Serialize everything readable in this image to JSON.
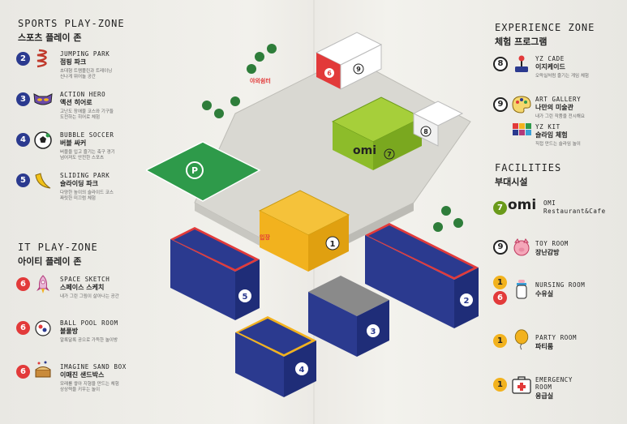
{
  "sports_zone": {
    "title": "SPORTS PLAY-ZONE",
    "subtitle": "스포츠 플레이 존",
    "items": [
      {
        "num": "2",
        "en": "JUMPING PARK",
        "ko": "점핑 파크",
        "desc1": "초대형 트램폴린과 트레이닝",
        "desc2": "신나게 뛰어놀 공간",
        "icon": "spring-icon"
      },
      {
        "num": "3",
        "en": "ACTION HERO",
        "ko": "액션 히어로",
        "desc1": "고난도 장애물 코스와 기구들",
        "desc2": "도전하는 히어로 체험",
        "icon": "hero-mask-icon"
      },
      {
        "num": "4",
        "en": "BUBBLE SOCCER",
        "ko": "버블 싸커",
        "desc1": "버블을 입고 즐기는 축구 경기",
        "desc2": "넘어져도 안전한 스포츠",
        "icon": "soccer-ball-icon"
      },
      {
        "num": "5",
        "en": "SLIDING PARK",
        "ko": "슬라이딩 파크",
        "desc1": "다양한 높이의 슬라이드 코스",
        "desc2": "짜릿한 미끄럼 체험",
        "icon": "banana-icon"
      }
    ]
  },
  "it_zone": {
    "title": "IT PLAY-ZONE",
    "subtitle": "아이티 플레이 존",
    "items": [
      {
        "num": "6",
        "en": "SPACE SKETCH",
        "ko": "스페이스 스케치",
        "desc1": "내가 그린 그림이 살아나는 공간",
        "icon": "rocket-icon"
      },
      {
        "num": "6",
        "en": "BALL POOL ROOM",
        "ko": "볼풀방",
        "desc1": "알록달록 공으로 가득한 놀이방",
        "icon": "ball-pool-icon"
      },
      {
        "num": "6",
        "en": "IMAGINE SAND BOX",
        "ko": "이매진 샌드박스",
        "desc1": "모래를 쌓아 지형을 만드는 체험",
        "desc2": "상상력을 키우는 놀이",
        "icon": "sand-box-icon"
      }
    ]
  },
  "experience_zone": {
    "title": "EXPERIENCE ZONE",
    "subtitle": "체험 프로그램",
    "items": [
      {
        "num": "8",
        "en": "YZ CADE",
        "ko": "이지케이드",
        "desc1": "오락실처럼 즐기는 게임 체험",
        "icon": "joystick-icon"
      },
      {
        "num": "9",
        "en": "ART GALLERY",
        "ko": "나만의 미술관",
        "desc1": "내가 그린 작품을 전시해요",
        "icon": "art-palette-icon"
      },
      {
        "num": "",
        "en": "YZ KIT",
        "ko": "슬라임 체험",
        "desc1": "직접 만드는 슬라임 놀이",
        "icon": "yzkit-icon"
      }
    ]
  },
  "facilities": {
    "title": "FACILITIES",
    "subtitle": "부대시설",
    "items": [
      {
        "num": "7",
        "en": "OMI",
        "en2": "Restaurant&Cafe",
        "ko": "",
        "icon": "omi-logo-icon"
      },
      {
        "num": "9",
        "en": "TOY ROOM",
        "ko": "장난감방",
        "icon": "pig-toy-icon"
      },
      {
        "num": "1",
        "num2": "6",
        "en": "NURSING ROOM",
        "ko": "수유실",
        "icon": "baby-bottle-icon"
      },
      {
        "num": "1",
        "en": "PARTY ROOM",
        "ko": "파티룸",
        "icon": "balloon-icon"
      },
      {
        "num": "1",
        "en": "EMERGENCY",
        "en2": "ROOM",
        "ko": "응급실",
        "icon": "first-aid-icon"
      }
    ]
  },
  "map": {
    "omi_label": "omi",
    "parking_label": "P",
    "entrance_label": "입장",
    "outdoor_label": "야외쉼터",
    "building_numbers": [
      "1",
      "2",
      "3",
      "4",
      "5",
      "6",
      "7",
      "8",
      "9"
    ]
  },
  "colors": {
    "navy": "#2b3a8f",
    "red": "#e23a3a",
    "yellow": "#f2b21e",
    "green": "#6a9a1a",
    "grass": "#2e9a4a"
  }
}
